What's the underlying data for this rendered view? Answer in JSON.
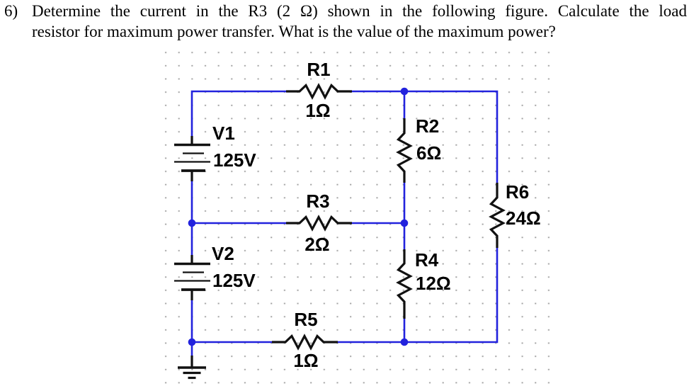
{
  "question": {
    "number": "6)",
    "line1": "Determine the current in the R3 (2 Ω) shown in the following figure. Calculate the load",
    "line2": "resistor for maximum power transfer. What is the value of the maximum power?"
  },
  "circuit": {
    "type": "dc-resistive-network-schematic",
    "colors": {
      "wire": "#2222dd",
      "component": "#111111",
      "grid_dot": "#a3a3a3",
      "label": "#000000"
    },
    "sources": {
      "V1": {
        "label": "V1",
        "value": "125V"
      },
      "V2": {
        "label": "V2",
        "value": "125V"
      }
    },
    "resistors": {
      "R1": {
        "label": "R1",
        "value": "1Ω"
      },
      "R2": {
        "label": "R2",
        "value": "6Ω"
      },
      "R3": {
        "label": "R3",
        "value": "2Ω"
      },
      "R4": {
        "label": "R4",
        "value": "12Ω"
      },
      "R5": {
        "label": "R5",
        "value": "1Ω"
      },
      "R6": {
        "label": "R6",
        "value": "24Ω"
      }
    }
  }
}
